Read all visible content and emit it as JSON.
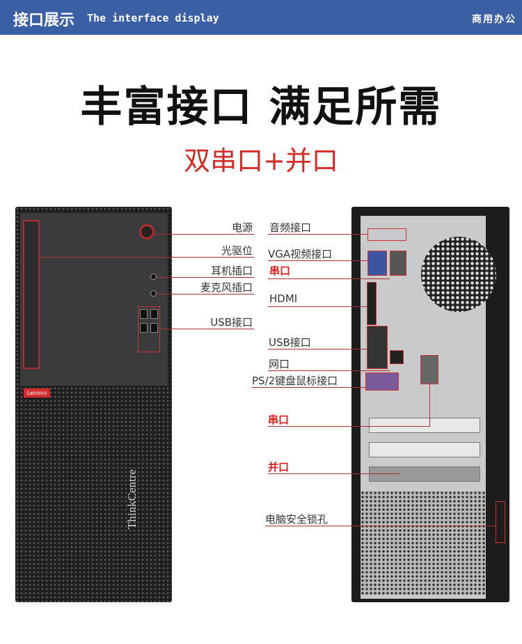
{
  "header": {
    "title": "接口展示",
    "subtitle": "The interface display",
    "tag": "商用办公"
  },
  "headline": "丰富接口 满足所需",
  "subheadline": "双串口+并口",
  "front_labels": [
    "电源",
    "光驱位",
    "耳机插口",
    "麦克风插口",
    "USB接口"
  ],
  "rear_labels": [
    "音频接口",
    "VGA视频接口",
    "串口",
    "HDMI",
    "USB接口",
    "网口",
    "PS/2键盘鼠标接口",
    "串口",
    "并口",
    "电脑安全锁孔"
  ],
  "front_logo": "Lenovo",
  "front_brand": "ThinkCentre",
  "colors": {
    "header": "#3b5fa5",
    "accent": "#d62a25"
  }
}
